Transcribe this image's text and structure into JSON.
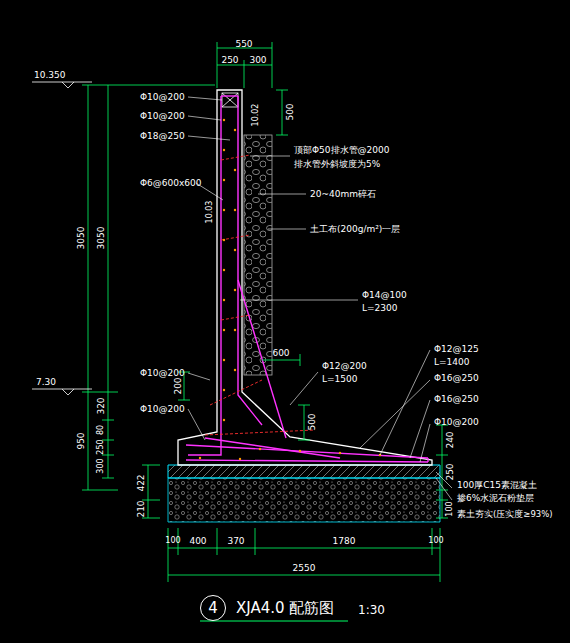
{
  "diagram": {
    "title": "XJA4.0 配筋图",
    "nodes": [
      {
        "text": [
          "4"
        ]
      }
    ],
    "labels": [
      "550",
      "250",
      "300",
      "500",
      "10.350",
      "Φ10@200",
      "Φ10@200",
      "Φ18@250",
      "10.02",
      "顶部Φ50排水管@2000",
      "排水管外斜坡度为5%",
      "Φ6@600x600",
      "20~40mm碎石",
      "土工布(200g/m²)一层",
      "10.03",
      "3050",
      "3050",
      "Φ14@100",
      "L=2300",
      "Φ10@200",
      "Φ12@200",
      "L=1500",
      "600",
      "Φ12@125",
      "L=1400",
      "Φ16@250",
      "Φ16@250",
      "Φ10@200",
      "7.30",
      "200",
      "500",
      "Φ10@200",
      "320",
      "950",
      "80",
      "250",
      "300",
      "422",
      "210",
      "240",
      "250",
      "100",
      "100厚C15素混凝土",
      "掺6%水泥石粉垫层",
      "素土夯实(压实度≥93%)",
      "100",
      "400",
      "370",
      "1780",
      "100",
      "2550",
      "1:30"
    ]
  }
}
